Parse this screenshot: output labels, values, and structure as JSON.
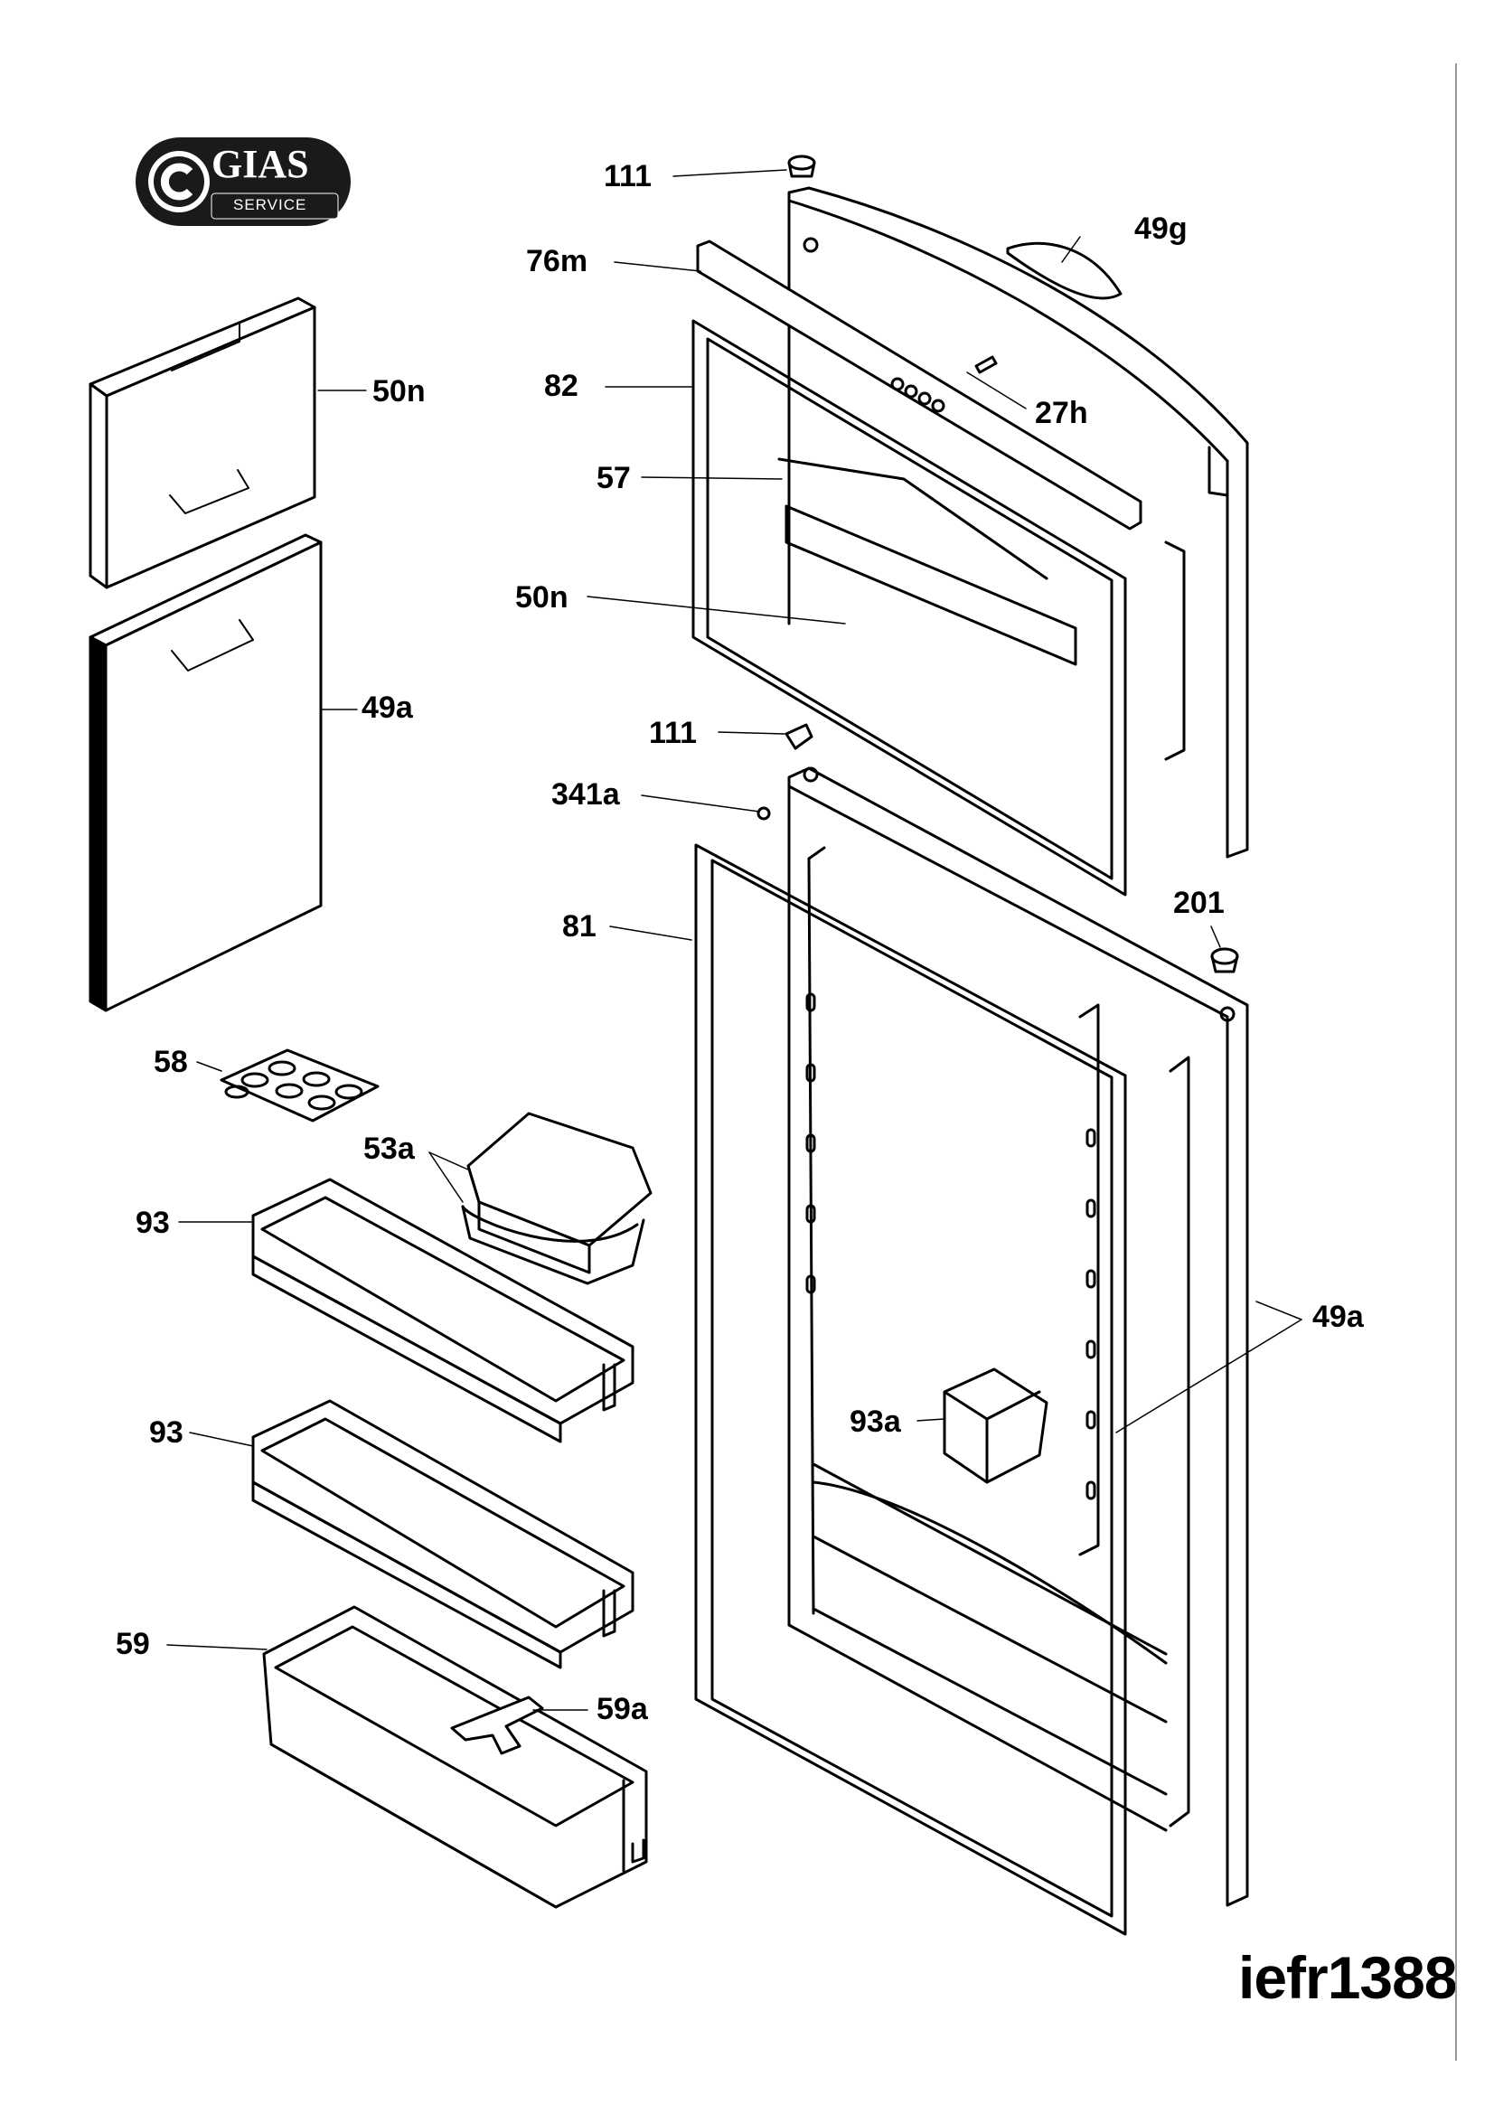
{
  "logo": {
    "brand": "GIAS",
    "subtitle": "SERVICE"
  },
  "drawing_code": "iefr1388",
  "callouts": {
    "c111_top": "111",
    "c49g": "49g",
    "c76m": "76m",
    "c50n_left": "50n",
    "c82": "82",
    "c27h": "27h",
    "c57": "57",
    "c50n_mid": "50n",
    "c49a_left": "49a",
    "c111_mid": "111",
    "c341a": "341a",
    "c201": "201",
    "c81": "81",
    "c58": "58",
    "c53a": "53a",
    "c93_top": "93",
    "c49a_right": "49a",
    "c93a": "93a",
    "c93_bottom": "93",
    "c59": "59",
    "c59a": "59a"
  },
  "colors": {
    "ink": "#000000",
    "logo_bg": "#1a1a1a",
    "rule": "#9a9a9a"
  }
}
